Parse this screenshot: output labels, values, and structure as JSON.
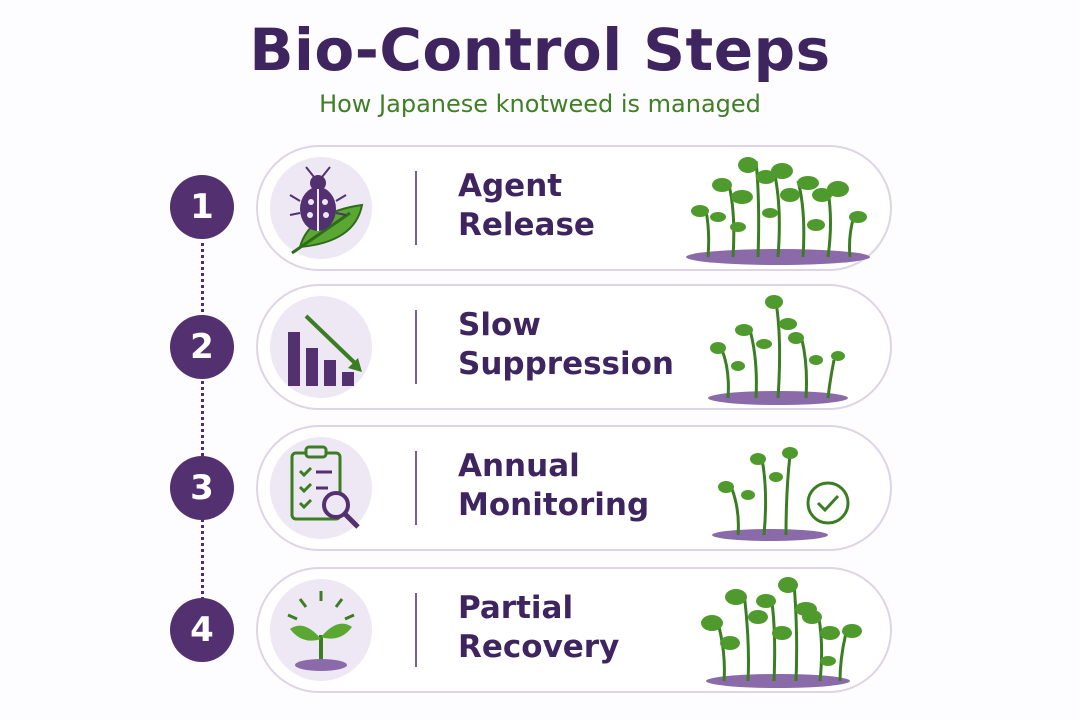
{
  "header": {
    "title": "Bio-Control Steps",
    "subtitle": "How Japanese knotweed is managed"
  },
  "colors": {
    "purple": "#53306f",
    "green": "#4f9a2c",
    "soil": "#8a6aa8"
  },
  "steps": [
    {
      "number": "1",
      "line1": "Agent",
      "line2": "Release",
      "icon": "beetle-on-leaf-icon",
      "art": "dense-knotweed-illustration"
    },
    {
      "number": "2",
      "line1": "Slow",
      "line2": "Suppression",
      "icon": "declining-bar-chart-icon",
      "art": "thinning-knotweed-illustration"
    },
    {
      "number": "3",
      "line1": "Annual",
      "line2": "Monitoring",
      "icon": "clipboard-magnifier-icon",
      "art": "sparse-knotweed-check-illustration"
    },
    {
      "number": "4",
      "line1": "Partial",
      "line2": "Recovery",
      "icon": "sprouting-seedling-icon",
      "art": "recovered-vegetation-illustration"
    }
  ]
}
